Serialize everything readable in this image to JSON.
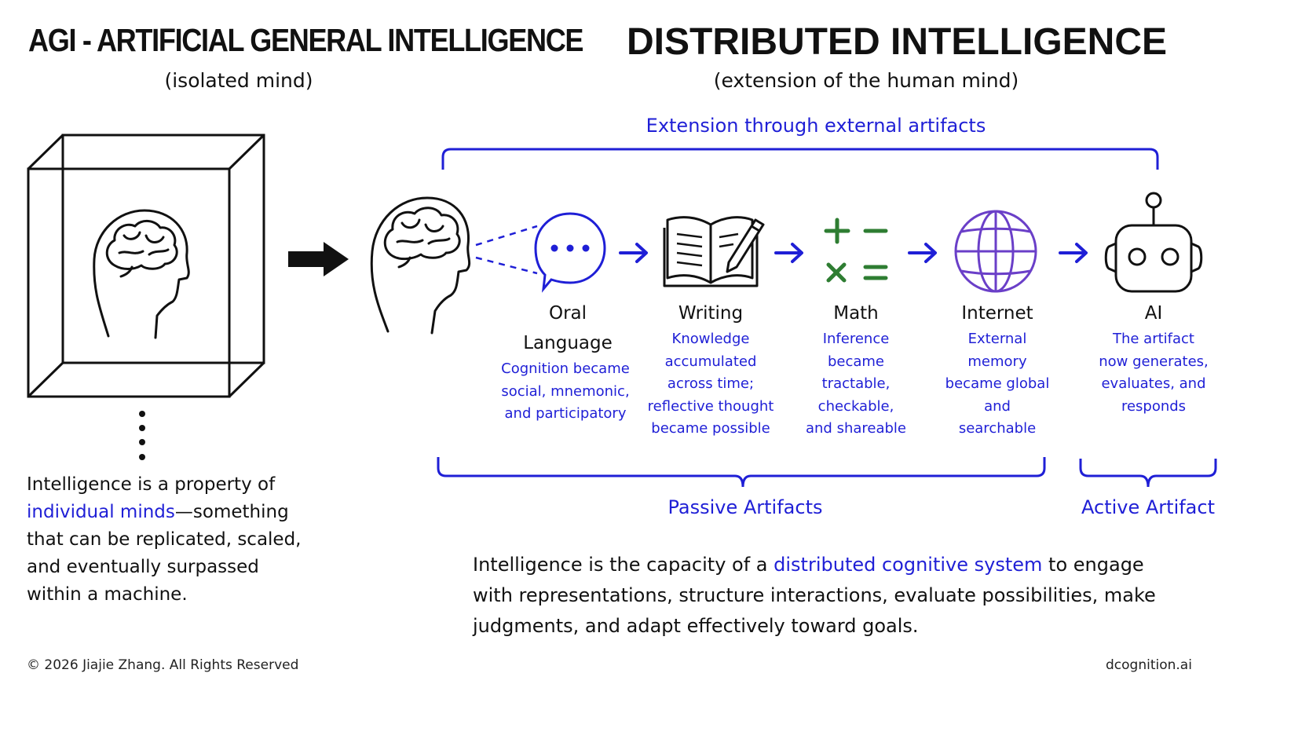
{
  "left": {
    "title": "AGI - ARTIFICIAL GENERAL INTELLIGENCE",
    "subtitle": "(isolated mind)",
    "para_part1": "Intelligence is a property of ",
    "para_highlight": "individual minds",
    "para_part2": "—something that can be replicated, scaled, and eventually surpassed within a machine."
  },
  "right": {
    "title": "DISTRIBUTED INTELLIGENCE",
    "subtitle": "(extension of the human mind)",
    "extension_label": "Extension through external artifacts",
    "nodes": [
      {
        "title": "Oral Language",
        "desc": "Cognition became social, mnemonic, and participatory",
        "icon": "speech-bubble-icon"
      },
      {
        "title": "Writing",
        "desc": "Knowledge accumulated across time; reflective thought became possible",
        "icon": "book-pencil-icon"
      },
      {
        "title": "Math",
        "desc": "Inference became tractable, checkable, and shareable",
        "icon": "math-symbols-icon"
      },
      {
        "title": "Internet",
        "desc": "External memory became global and searchable",
        "icon": "globe-icon"
      },
      {
        "title": "AI",
        "desc": "The artifact now generates, evaluates, and responds",
        "icon": "robot-icon"
      }
    ],
    "passive_label": "Passive Artifacts",
    "active_label": "Active Artifact",
    "para_part1": "Intelligence is the capacity of a ",
    "para_highlight": "distributed cognitive system",
    "para_part2": " to engage with representations, structure interactions, evaluate possibilities, make judgments, and adapt effectively toward goals."
  },
  "footer": {
    "copyright": "© 2026 Jiajie Zhang. All Rights Reserved",
    "site": "dcognition.ai"
  },
  "colors": {
    "accent": "#1f1fd6",
    "text": "#111111",
    "globe": "#6a3fc8",
    "math": "#2e7d32"
  }
}
